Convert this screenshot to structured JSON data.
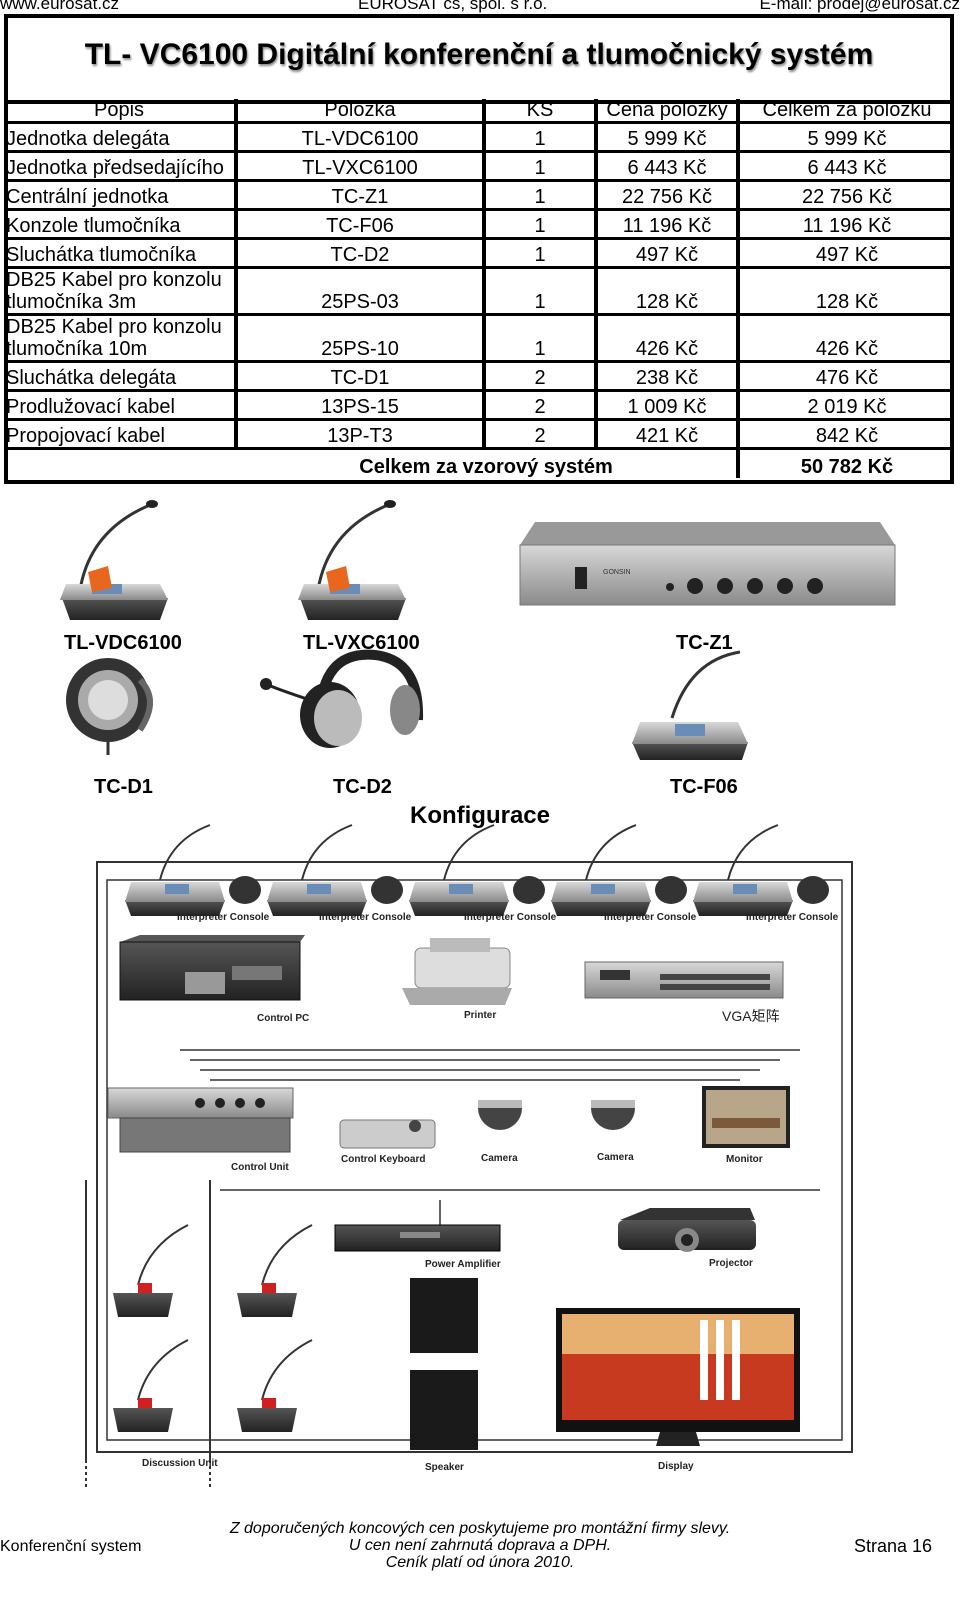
{
  "header": {
    "left": "www.eurosat.cz",
    "center": "EUROSAT cs, spol. s r.o.",
    "right": "E-mail: prodej@eurosat.cz"
  },
  "title": "TL- VC6100  Digitální konferenční a tlumočnický systém",
  "table": {
    "columns": [
      "Popis",
      "Položka",
      "KS",
      "Cena položky",
      "Celkem za položku"
    ],
    "rows": [
      [
        "Jednotka delegáta",
        "TL-VDC6100",
        "1",
        "5 999 Kč",
        "5 999 Kč"
      ],
      [
        "Jednotka předsedajícího",
        "TL-VXC6100",
        "1",
        "6 443 Kč",
        "6 443 Kč"
      ],
      [
        "Centrální jednotka",
        "TC-Z1",
        "1",
        "22 756 Kč",
        "22 756 Kč"
      ],
      [
        "Konzole tlumočníka",
        "TC-F06",
        "1",
        "11 196 Kč",
        "11 196 Kč"
      ],
      [
        "Sluchátka tlumočníka",
        "TC-D2",
        "1",
        "497 Kč",
        "497 Kč"
      ],
      [
        "DB25 Kabel pro konzolu tlumočníka 3m",
        "25PS-03",
        "1",
        "128 Kč",
        "128 Kč"
      ],
      [
        "DB25 Kabel pro konzolu tlumočníka 10m",
        "25PS-10",
        "1",
        "426 Kč",
        "426 Kč"
      ],
      [
        "Sluchátka delegáta",
        "TC-D1",
        "2",
        "238 Kč",
        "476 Kč"
      ],
      [
        "Prodlužovací kabel",
        "13PS-15",
        "2",
        "1 009 Kč",
        "2 019 Kč"
      ],
      [
        "Propojovací kabel",
        "13P-T3",
        "2",
        "421 Kč",
        "842 Kč"
      ]
    ],
    "total_label": "Celkem za vzorový systém",
    "total_value": "50 782 Kč"
  },
  "products": {
    "p1": "TL-VDC6100",
    "p2": "TL-VXC6100",
    "p3": "TC-Z1",
    "p4": "TC-D1",
    "p5": "TC-D2",
    "p6": "TC-F06",
    "brand": "GONSIN"
  },
  "config_title": "Konfigurace",
  "diagram": {
    "interpreter": "Interpreter Console",
    "control_pc": "Control PC",
    "printer": "Printer",
    "vga": "VGA矩阵",
    "control_unit": "Control Unit",
    "control_keyboard": "Control Keyboard",
    "camera": "Camera",
    "monitor": "Monitor",
    "power_amp": "Power Amplifier",
    "projector": "Projector",
    "discussion_unit": "Discussion Unit",
    "speaker": "Speaker",
    "display": "Display"
  },
  "footer": {
    "left": "Konferenční system",
    "line1": "Z doporučených koncových cen poskytujeme pro montážní firmy slevy.",
    "line2": "U cen není zahrnutá doprava a DPH.",
    "line3": "Ceník platí od února 2010.",
    "right": "Strana 16"
  }
}
